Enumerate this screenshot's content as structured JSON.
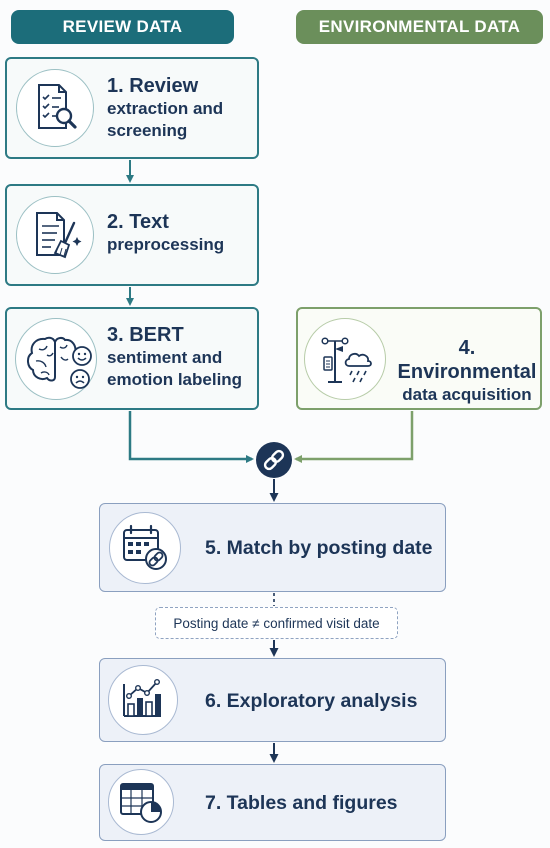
{
  "headers": {
    "review": "REVIEW DATA",
    "environmental": "ENVIRONMENTAL DATA"
  },
  "steps": [
    {
      "line1": "1. Review",
      "line2": "extraction and screening",
      "icon": "document-magnifier-icon"
    },
    {
      "line1": "2. Text",
      "line2": "preprocessing",
      "icon": "document-broom-icon"
    },
    {
      "line1": "3. BERT",
      "line2": "sentiment and emotion labeling",
      "icon": "brain-emotions-icon"
    },
    {
      "line1": "4. Environmental",
      "line2": "data acquisition",
      "icon": "weather-station-icon"
    },
    {
      "line1": "5. Match by posting date",
      "icon": "calendar-link-icon"
    },
    {
      "line1": "6. Exploratory analysis",
      "icon": "bar-line-chart-icon"
    },
    {
      "line1": "7. Tables and figures",
      "icon": "table-pie-icon"
    }
  ],
  "note": "Posting date ≠ confirmed visit date",
  "colors": {
    "review": "#1c6d7a",
    "environmental": "#6b8f5b",
    "navy": "#1d3557"
  }
}
